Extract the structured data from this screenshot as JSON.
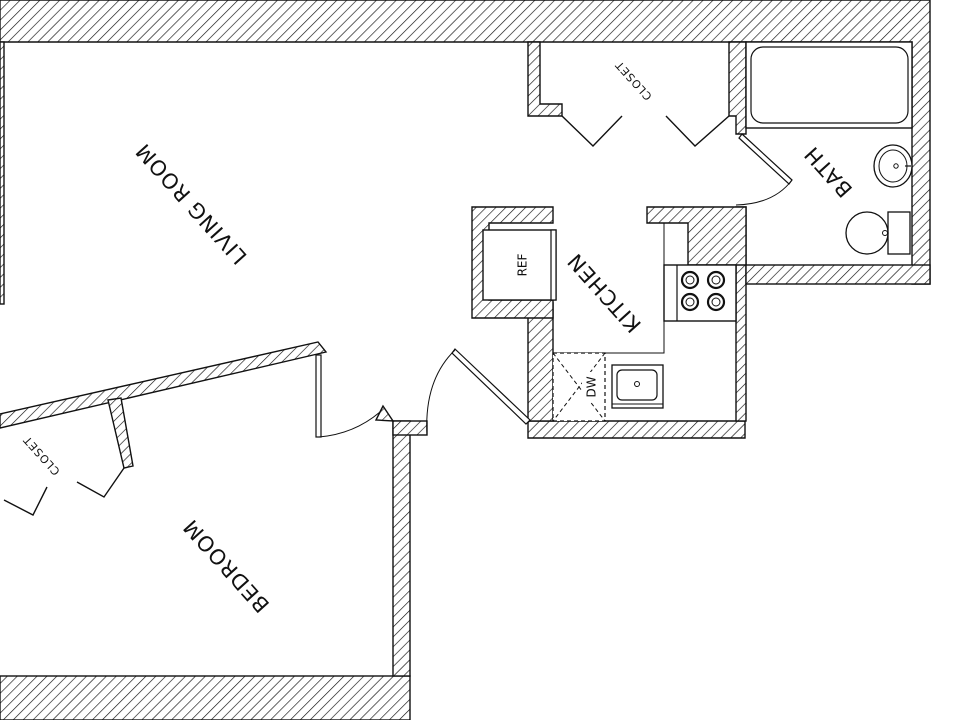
{
  "floor_plan": {
    "rooms": {
      "living_room": "LIVING ROOM",
      "bedroom": "BEDROOM",
      "kitchen": "KITCHEN",
      "bath": "BATH",
      "closet_top": "CLOSET",
      "closet_bedroom": "CLOSET"
    },
    "fixtures": {
      "refrigerator": "REF",
      "dishwasher": "DW"
    }
  }
}
